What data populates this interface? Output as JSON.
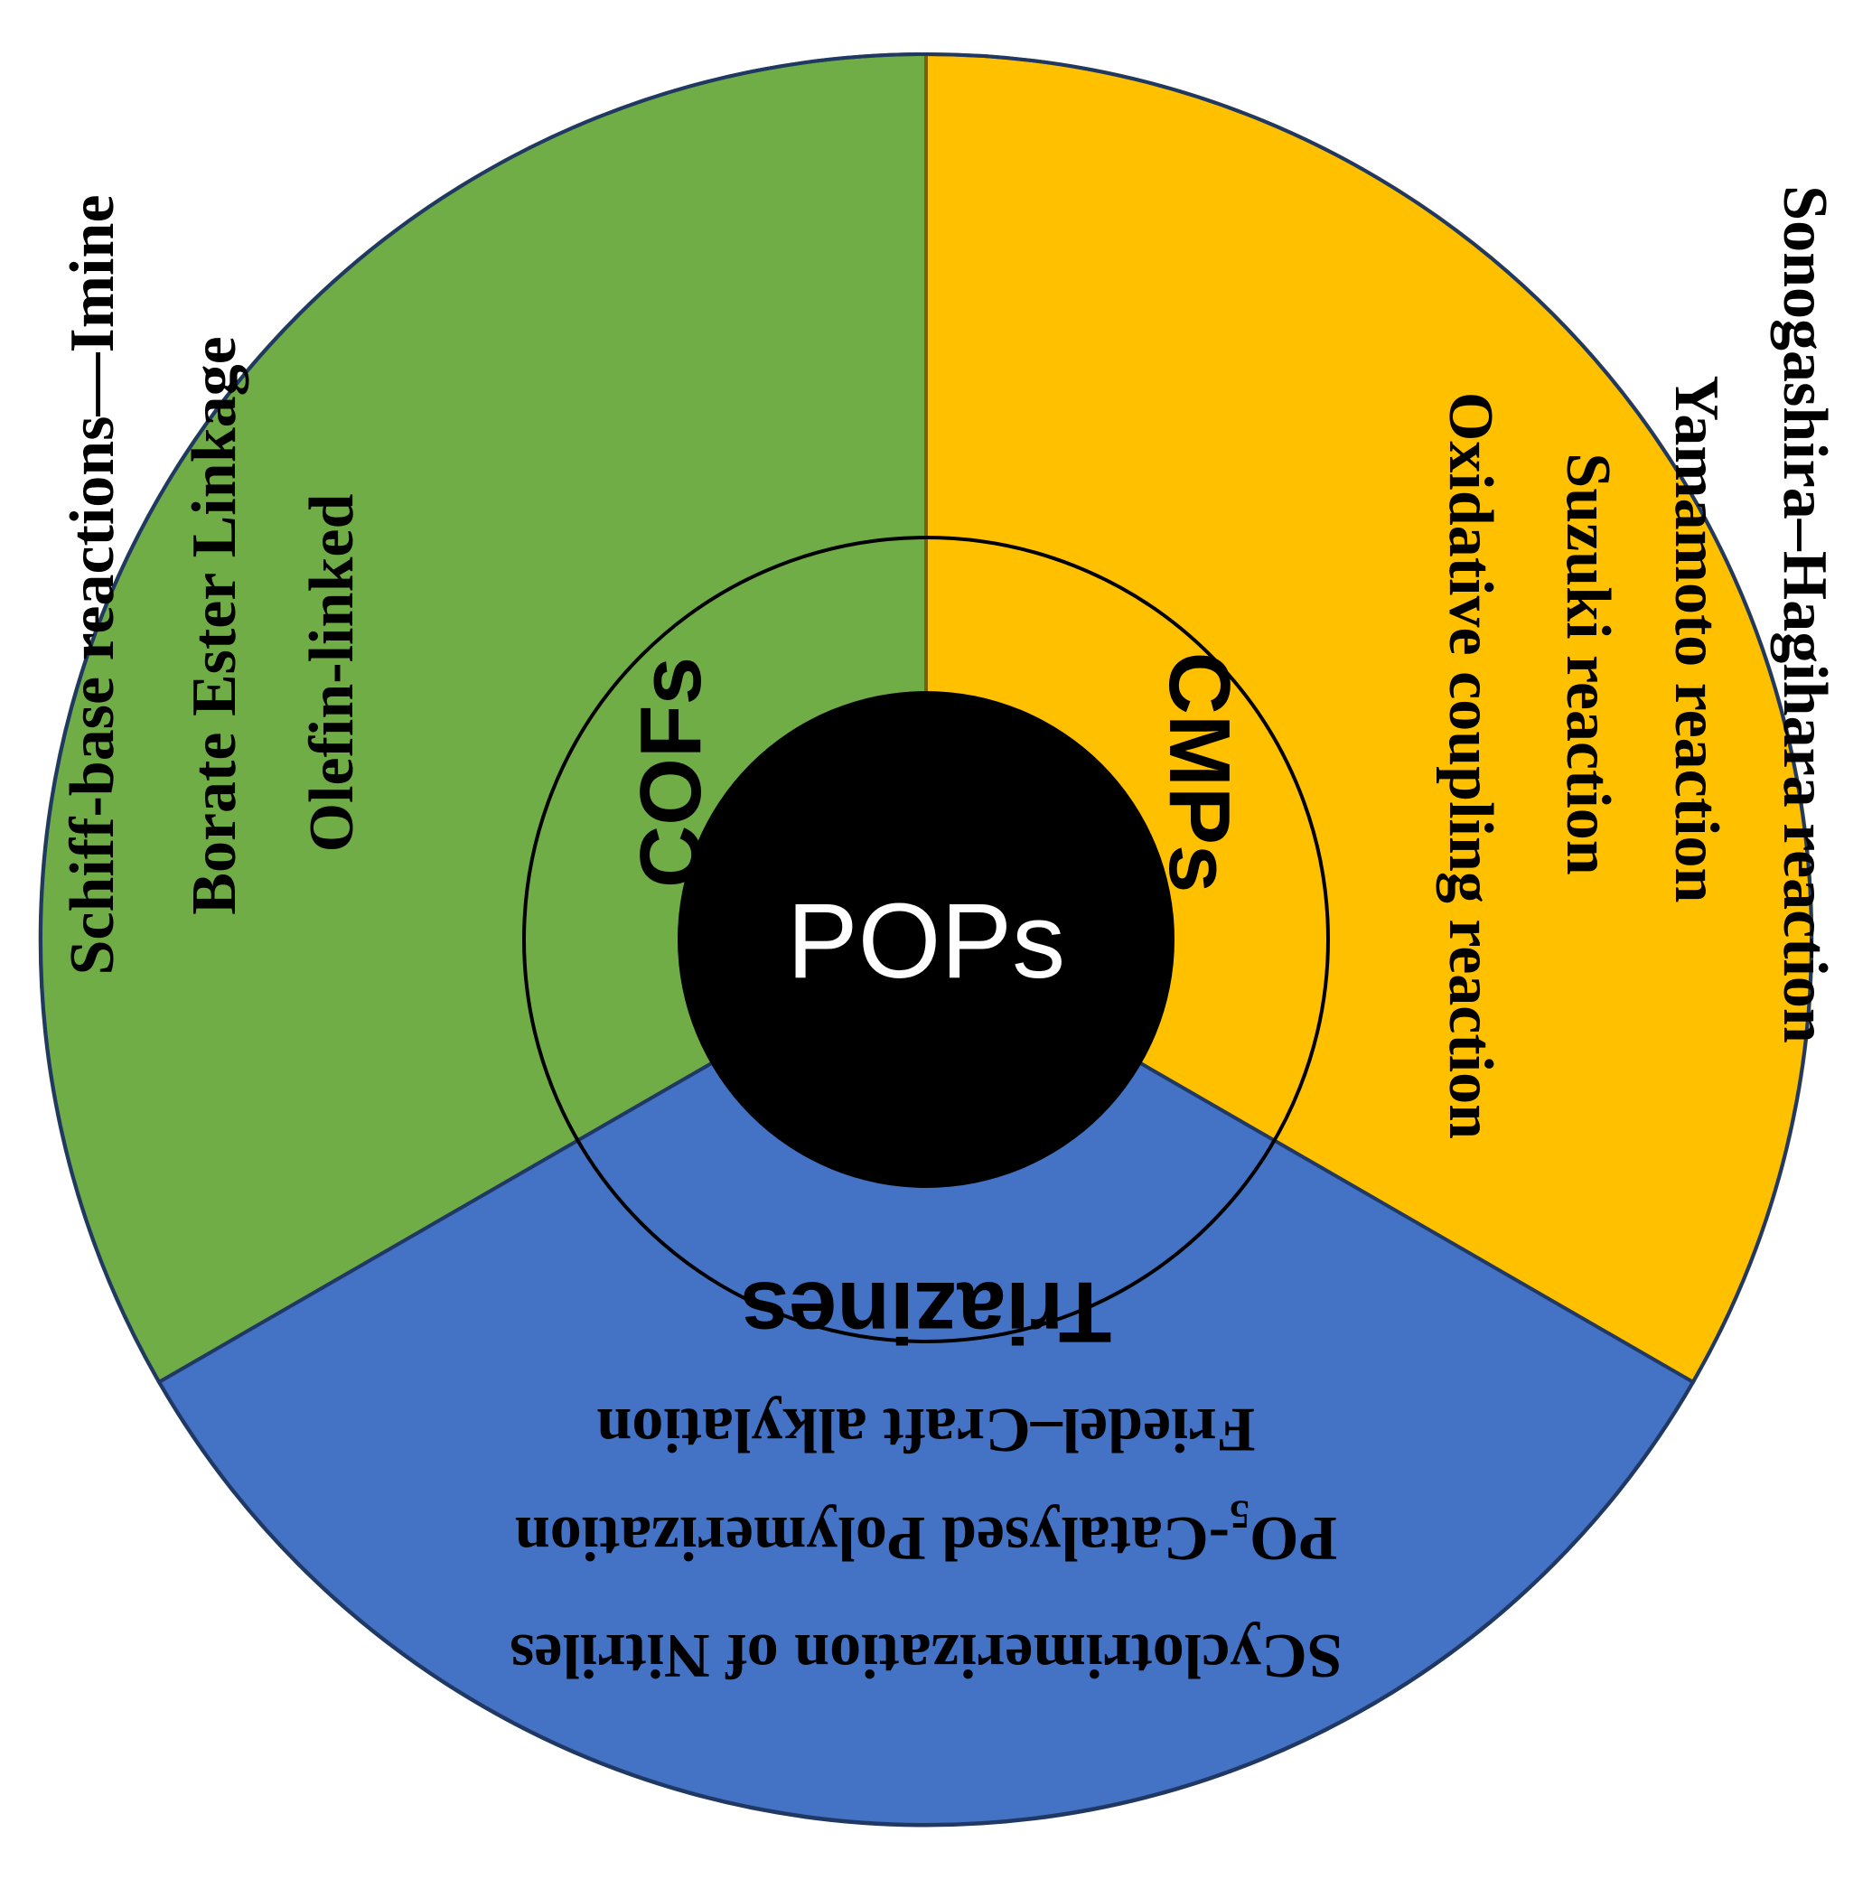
{
  "center": {
    "label": "POPs",
    "color": "#000000"
  },
  "colors": {
    "cofs": "#70AD47",
    "cmps": "#FFC000",
    "triazines": "#4472C4",
    "outline": "#1F3864",
    "cmps_outline": "#7F6000"
  },
  "segments": [
    {
      "key": "cofs",
      "category": "COFs",
      "lines": [
        "Schiff-base reactions—Imine",
        "Borate Ester Linkage",
        "Olefin-linked"
      ]
    },
    {
      "key": "cmps",
      "category": "CMPs",
      "lines": [
        "Sonogashira–Hagihara reaction",
        "Yamamoto reaction",
        "Suzuki reaction",
        "Oxidative coupling reaction"
      ]
    },
    {
      "key": "triazines",
      "category": "Triazines",
      "lines": [
        "SCyclotrimerization of Nitriles",
        "PO",
        "Friedel–Craft alkylation"
      ],
      "line2_subscript": "5",
      "line2_rest": "-Catalysed Polymerization"
    }
  ]
}
